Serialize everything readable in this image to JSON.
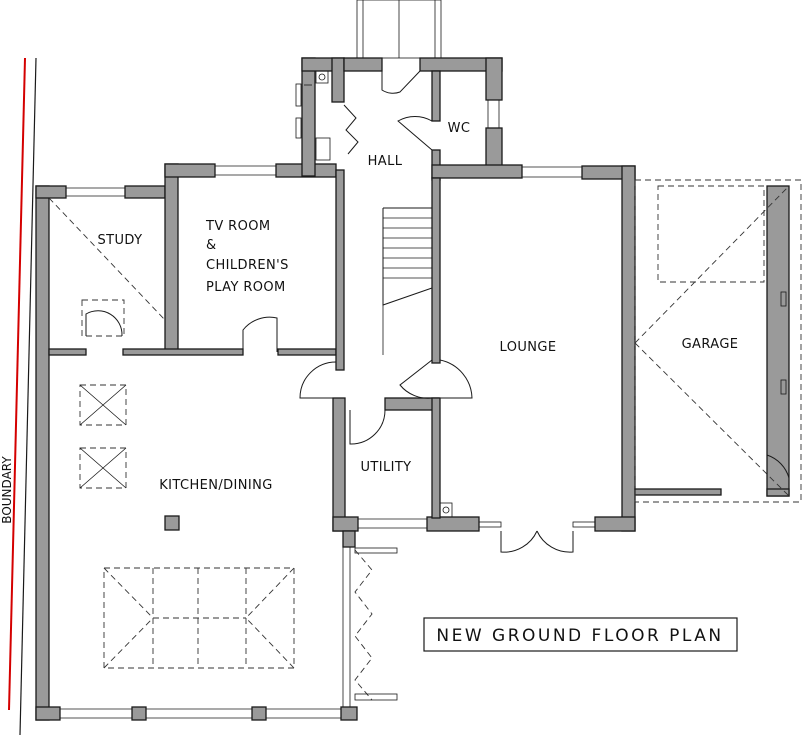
{
  "rooms": {
    "study": "STUDY",
    "tv_room": [
      "TV ROOM",
      "&",
      "CHILDREN'S",
      "PLAY ROOM"
    ],
    "hall": "HALL",
    "wc": "WC",
    "lounge": "LOUNGE",
    "garage": "GARAGE",
    "utility": "UTILITY",
    "kitchen": "KITCHEN/DINING"
  },
  "boundary_label": "BOUNDARY",
  "title": "NEW GROUND FLOOR PLAN",
  "colors": {
    "wall_fill": "#9a9a9a",
    "line": "#1a1a1a",
    "boundary_red": "#d40000"
  }
}
